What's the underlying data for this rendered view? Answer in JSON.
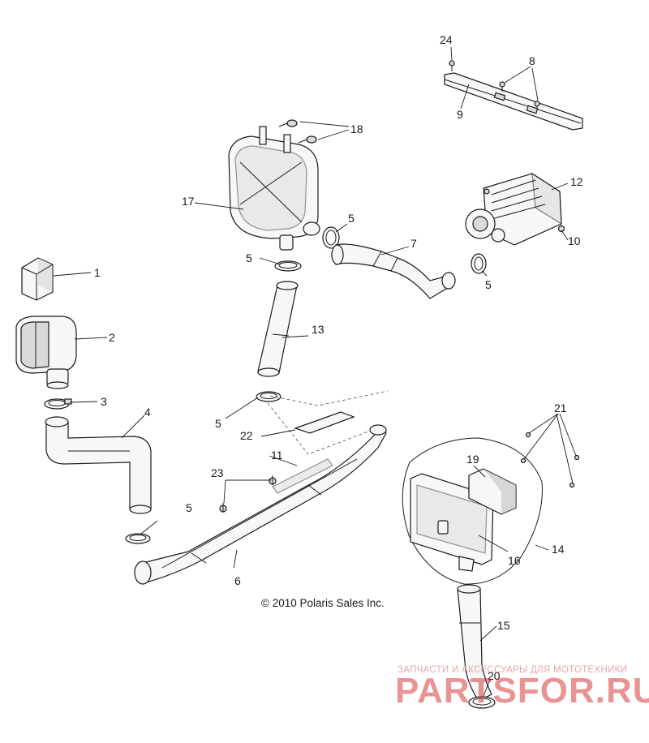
{
  "callouts": {
    "n1": "1",
    "n2": "2",
    "n3": "3",
    "n4": "4",
    "n5a": "5",
    "n5b": "5",
    "n5c": "5",
    "n5d": "5",
    "n5e": "5",
    "n6": "6",
    "n7": "7",
    "n8": "8",
    "n9": "9",
    "n10": "10",
    "n11": "11",
    "n12": "12",
    "n13": "13",
    "n14": "14",
    "n15": "15",
    "n16": "16",
    "n17": "17",
    "n18": "18",
    "n19": "19",
    "n20": "20",
    "n21": "21",
    "n22": "22",
    "n23": "23",
    "n24": "24"
  },
  "copyright": "© 2010 Polaris Sales Inc.",
  "watermark": {
    "tagline": "ЗАПЧАСТИ И АКСЕССУАРЫ ДЛЯ МОТОТЕХНИКИ",
    "brand": "PARTSFOR.RU"
  }
}
